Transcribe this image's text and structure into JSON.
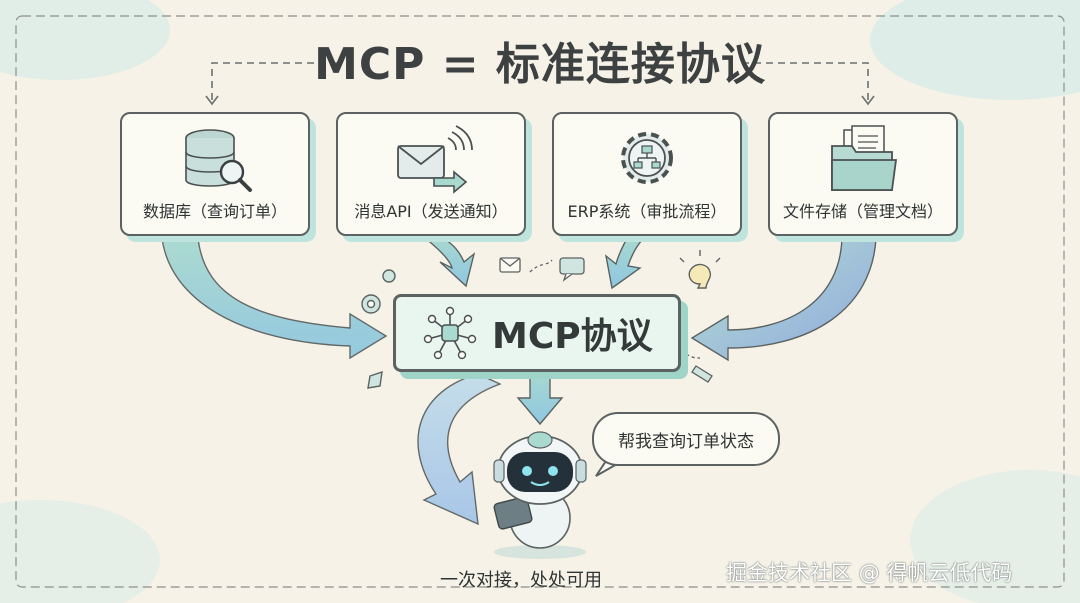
{
  "title": "MCP = 标准连接协议",
  "sources": [
    {
      "label": "数据库（查询订单）",
      "icon": "database-search-icon"
    },
    {
      "label": "消息API（发送通知）",
      "icon": "envelope-send-icon"
    },
    {
      "label": "ERP系统（审批流程）",
      "icon": "gear-flowchart-icon"
    },
    {
      "label": "文件存储（管理文档）",
      "icon": "folder-documents-icon"
    }
  ],
  "hub": {
    "label": "MCP协议",
    "icon": "network-nodes-icon"
  },
  "agent": {
    "icon": "robot-icon",
    "speech": "帮我查询订单状态"
  },
  "caption": "一次对接，处处可用",
  "watermark": "掘金技术社区 @ 得帆云低代码",
  "colors": {
    "background": "#f6f2e7",
    "accent": "#9fd4c8",
    "arrow_blue": "#8ea9df",
    "outline": "#5c6262"
  }
}
